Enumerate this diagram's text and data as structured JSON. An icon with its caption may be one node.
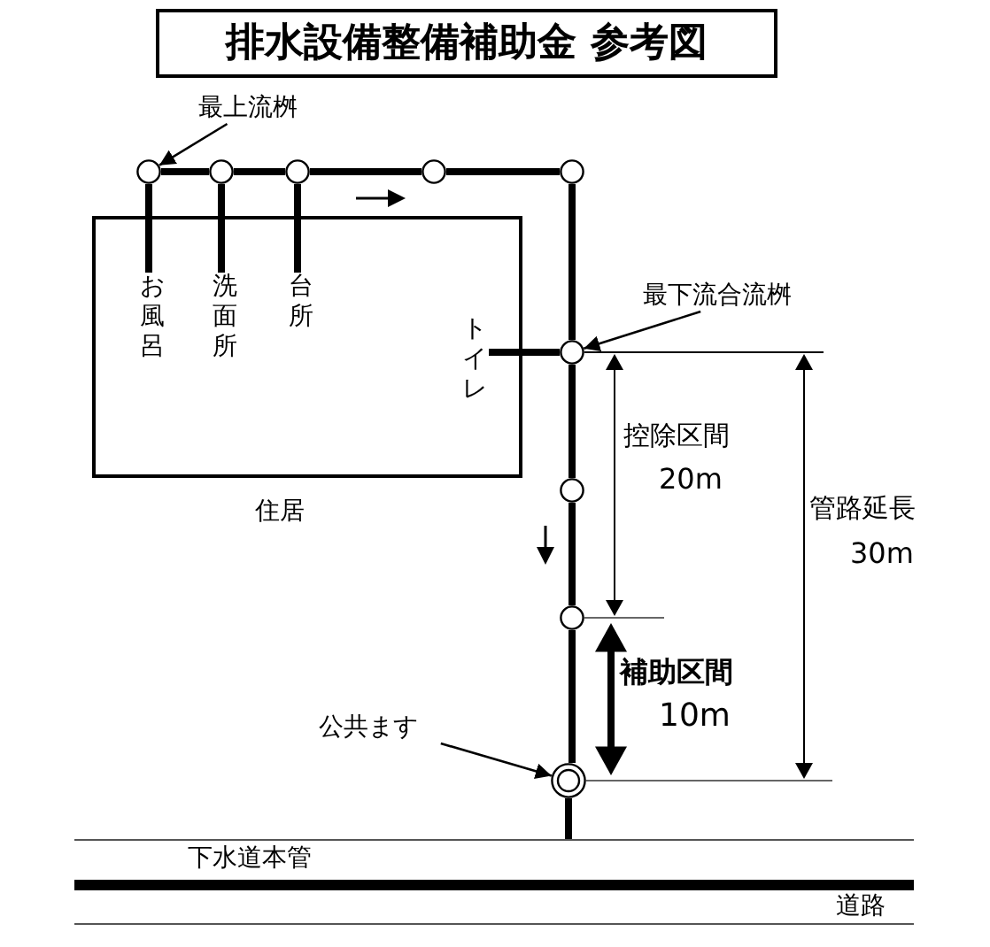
{
  "diagram": {
    "title": "排水設備整備補助金 参考図",
    "nodes": [
      {
        "text": [
          "最上流桝"
        ]
      },
      {
        "text": [],
        "shape": "circle"
      },
      {
        "text": [],
        "shape": "circle"
      },
      {
        "text": [],
        "shape": "circle"
      },
      {
        "text": [],
        "shape": "circle"
      },
      {
        "text": [],
        "shape": "circle"
      },
      {
        "text": [
          "住居"
        ]
      },
      {
        "text": [
          "お風呂"
        ],
        "in": 6
      },
      {
        "text": [
          "洗面所"
        ],
        "in": 6
      },
      {
        "text": [
          "台所"
        ],
        "in": 6
      },
      {
        "text": [
          "トイレ"
        ],
        "in": 6
      },
      {
        "text": [
          "最下流合流桝"
        ]
      },
      {
        "text": [],
        "shape": "circle"
      },
      {
        "text": [],
        "shape": "circle"
      },
      {
        "text": [],
        "shape": "circle"
      },
      {
        "text": [],
        "shape": "circle"
      },
      {
        "text": [
          "公共ます"
        ]
      },
      {
        "text": [
          "下水道本管"
        ]
      }
    ],
    "edges": [
      {
        "from": 0,
        "to": 1,
        "arrow": "to"
      },
      {
        "from": 1,
        "to": 2,
        "arrow": "none"
      },
      {
        "from": 2,
        "to": 3,
        "arrow": "none"
      },
      {
        "from": 3,
        "to": 4,
        "arrow": "none"
      },
      {
        "from": 4,
        "to": 5,
        "arrow": "none"
      },
      {
        "from": 7,
        "to": 1,
        "arrow": "none"
      },
      {
        "from": 8,
        "to": 2,
        "arrow": "none"
      },
      {
        "from": 9,
        "to": 3,
        "arrow": "none"
      },
      {
        "from": 5,
        "to": 12,
        "arrow": "none"
      },
      {
        "from": 10,
        "to": 12,
        "arrow": "none"
      },
      {
        "from": 11,
        "to": 12,
        "arrow": "to"
      },
      {
        "from": 12,
        "to": 13,
        "arrow": "none"
      },
      {
        "from": 13,
        "to": 14,
        "arrow": "none"
      },
      {
        "from": 14,
        "to": 15,
        "arrow": "none"
      },
      {
        "from": 16,
        "to": 15,
        "arrow": "to"
      },
      {
        "from": 15,
        "to": 17,
        "arrow": "none"
      }
    ],
    "labels": [
      "控除区間",
      "20m",
      "管路延長",
      "30m",
      "補助区間",
      "10m",
      "道路"
    ]
  }
}
